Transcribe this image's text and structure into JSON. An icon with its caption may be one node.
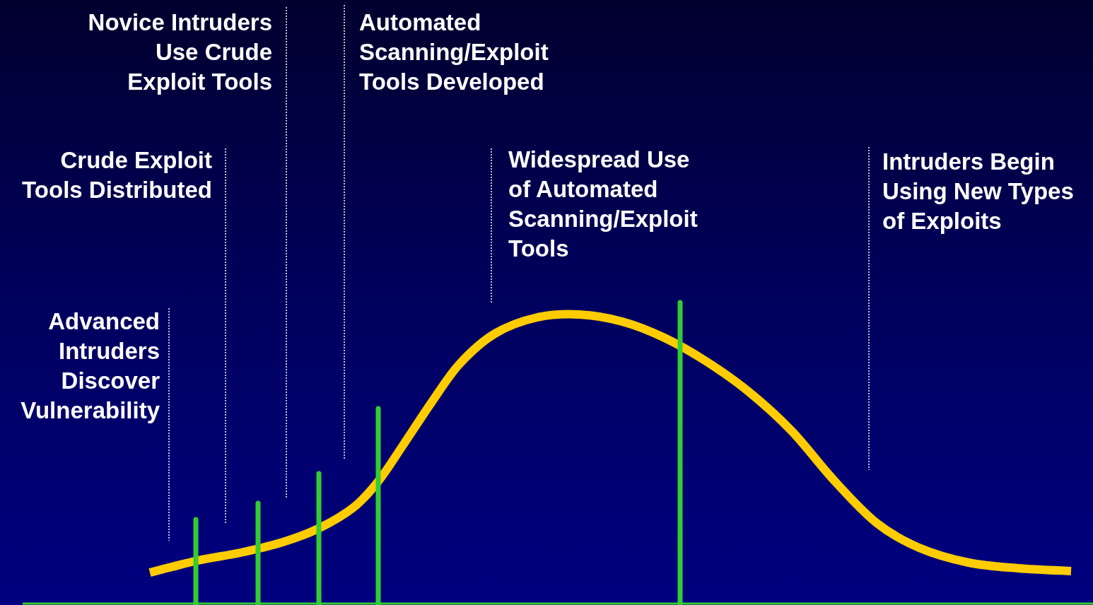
{
  "diagram": {
    "labels": [
      "Novice Intruders Use Crude Exploit Tools",
      "Automated Scanning/Exploit Tools Developed",
      "Crude Exploit Tools Distributed",
      "Widespread Use of Automated Scanning/Exploit Tools",
      "Intruders Begin Using New Types of Exploits",
      "Advanced Intruders Discover Vulnerability"
    ]
  }
}
